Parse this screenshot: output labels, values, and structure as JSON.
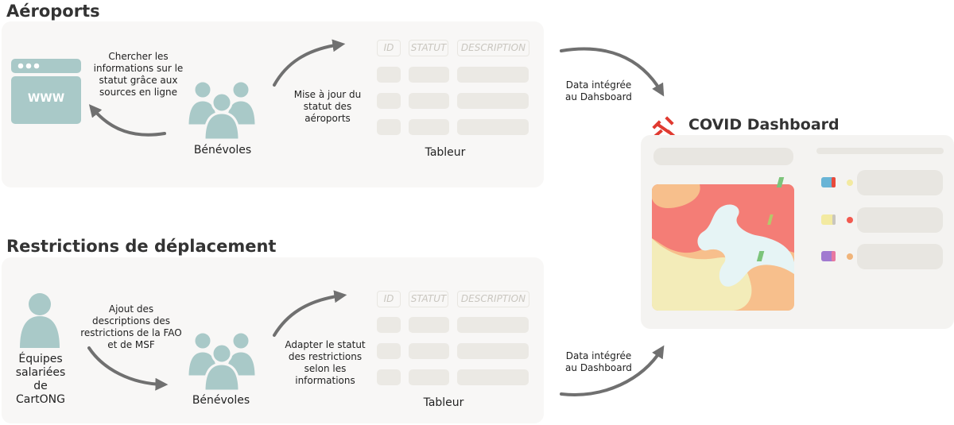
{
  "airports": {
    "title": "Aéroports",
    "search_label": "Chercher les informations sur le statut grâce aux sources en ligne",
    "browser_text": "WWW",
    "volunteers_label": "Bénévoles",
    "update_label": "Mise à jour du statut des aéroports",
    "sheet": {
      "headers": [
        "ID",
        "STATUT",
        "DESCRIPTION"
      ],
      "label": "Tableur"
    },
    "integration_label": "Data intégrée au Dahsboard"
  },
  "restrictions": {
    "title": "Restrictions de déplacement",
    "staff_label": "Équipes salariées de CartONG",
    "add_label": "Ajout des descriptions des restrictions de la FAO et de MSF",
    "volunteers_label": "Bénévoles",
    "adapt_label": "Adapter le statut des restrictions selon les informations",
    "sheet": {
      "headers": [
        "ID",
        "STATUT",
        "DESCRIPTION"
      ],
      "label": "Tableur"
    },
    "integration_label": "Data intégrée au Dashboard"
  },
  "dashboard": {
    "title": "COVID Dashboard",
    "legend_dot_colors": [
      "#f3eaa1",
      "#f25a50",
      "#f0b47a"
    ]
  },
  "colors": {
    "teal": "#a9c9c8",
    "arrow": "#707070",
    "map_red": "#f47d76",
    "map_orange": "#f7bf8c",
    "map_cream": "#f3ecb9",
    "map_ice": "#e6f4f5"
  }
}
